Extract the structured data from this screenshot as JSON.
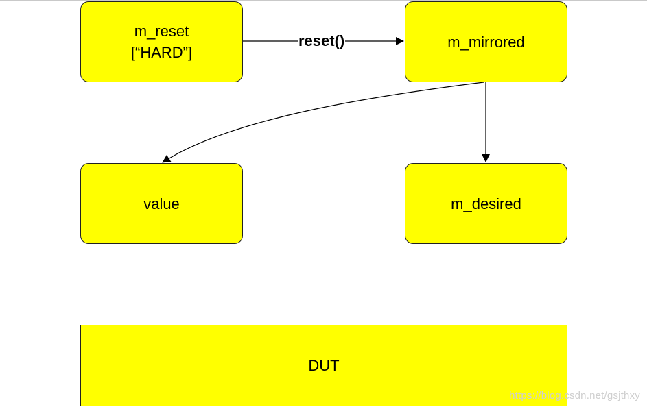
{
  "nodes": {
    "m_reset": {
      "line1": "m_reset",
      "line2": "[“HARD”]"
    },
    "m_mirrored": {
      "label": "m_mirrored"
    },
    "value": {
      "label": "value"
    },
    "m_desired": {
      "label": "m_desired"
    },
    "dut": {
      "label": "DUT"
    }
  },
  "edges": {
    "reset_call": {
      "label": "reset()"
    }
  },
  "watermark": {
    "text": "https://blog.csdn.net/gsjthxy"
  },
  "colors": {
    "node_fill": "#ffff00",
    "stroke": "#000000",
    "watermark": "#cfcfcf"
  }
}
